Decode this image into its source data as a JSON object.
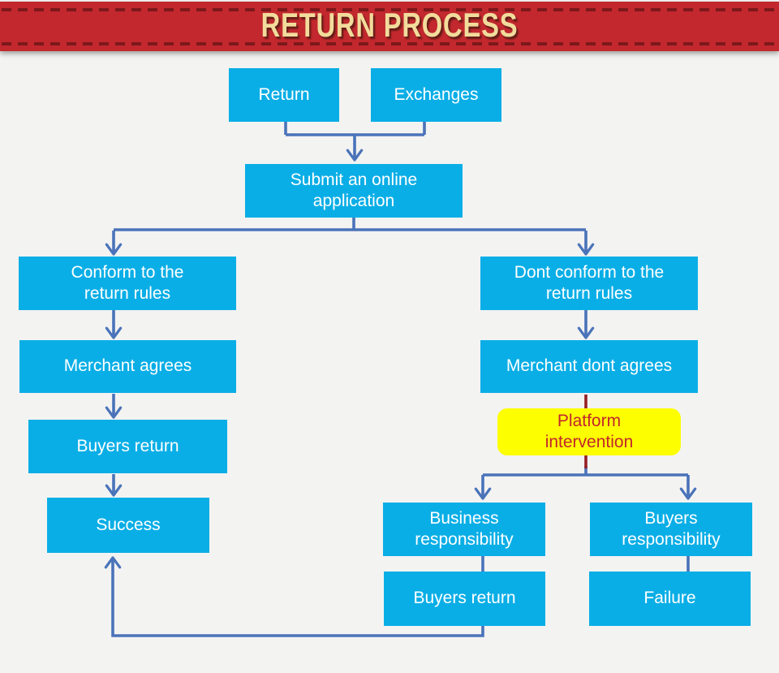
{
  "header": {
    "title": "RETURN PROCESS"
  },
  "colors": {
    "banner_red": "#c2282e",
    "banner_dash_red": "#7c181b",
    "banner_text_gold": "#f2dc9c",
    "node_cyan": "#0aaee6",
    "node_text": "#ffffff",
    "connector_blue": "#4a73b9",
    "connector_red": "#941f24",
    "highlight_yellow": "#fdff00",
    "highlight_text_red": "#c2262d",
    "page_background": "#f3f3f2"
  },
  "nodes": {
    "return": {
      "label": "Return"
    },
    "exchanges": {
      "label": "Exchanges"
    },
    "submit": {
      "label": "Submit an online\napplication"
    },
    "conform": {
      "label": "Conform to the\nreturn rules"
    },
    "dont_conform": {
      "label": "Dont conform to the\nreturn rules"
    },
    "merchant_agrees": {
      "label": "Merchant agrees"
    },
    "merchant_dont_agrees": {
      "label": "Merchant dont agrees"
    },
    "buyers_return_left": {
      "label": "Buyers return"
    },
    "platform_intervention": {
      "label": "Platform\nintervention"
    },
    "success": {
      "label": "Success"
    },
    "business_responsibility": {
      "label": "Business\nresponsibility"
    },
    "buyers_responsibility": {
      "label": "Buyers\nresponsibility"
    },
    "buyers_return_right": {
      "label": "Buyers return"
    },
    "failure": {
      "label": "Failure"
    }
  }
}
